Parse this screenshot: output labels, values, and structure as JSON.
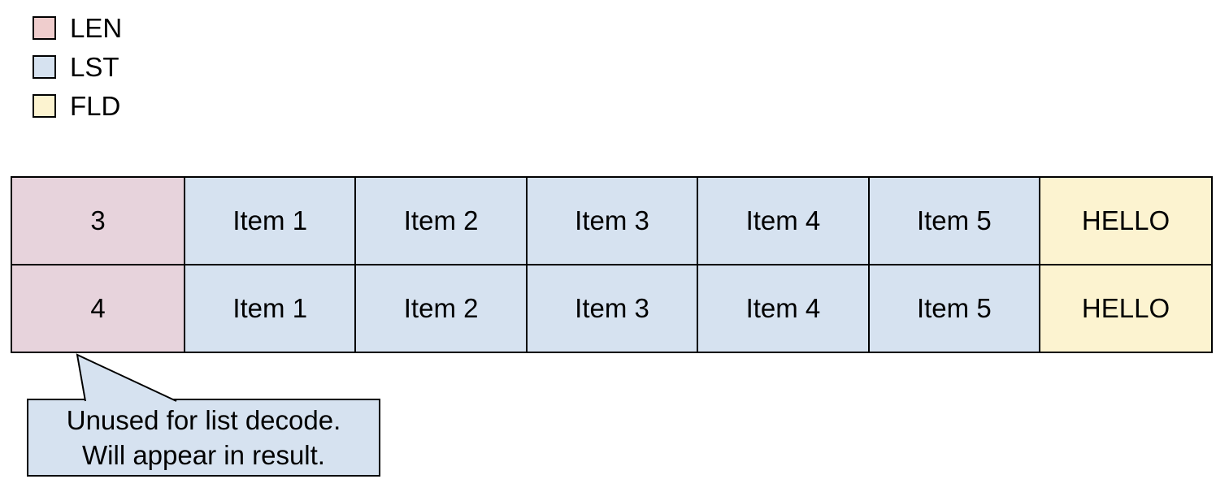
{
  "legend": {
    "items": [
      {
        "label": "LEN",
        "color": "#efcdcd"
      },
      {
        "label": "LST",
        "color": "#d6e2f0"
      },
      {
        "label": "FLD",
        "color": "#fcf3d0"
      }
    ]
  },
  "table": {
    "rows": [
      [
        "3",
        "Item 1",
        "Item 2",
        "Item 3",
        "Item 4",
        "Item 5",
        "HELLO"
      ],
      [
        "4",
        "Item 1",
        "Item 2",
        "Item 3",
        "Item 4",
        "Item 5",
        "HELLO"
      ]
    ]
  },
  "callout": {
    "lines": [
      "Unused for list decode.",
      "Will appear in result."
    ]
  },
  "colors": {
    "legend_len": "#efcdcd",
    "cell_len": "#e7d3dc",
    "lst": "#d6e2f0",
    "fld": "#fcf3d0",
    "border": "#000000",
    "background": "#ffffff"
  }
}
